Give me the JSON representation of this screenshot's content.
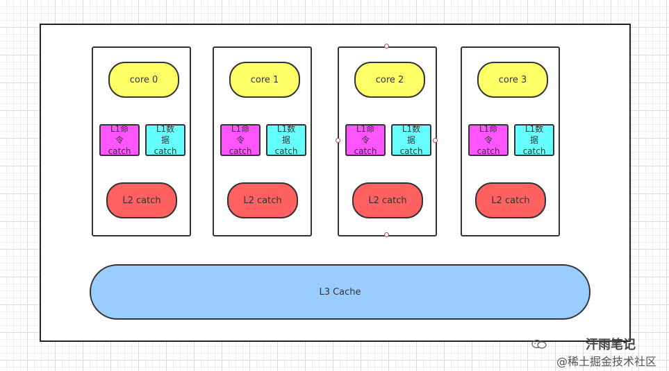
{
  "diagram": {
    "cores": [
      {
        "core_label": "core 0",
        "l1_instruction": "L1命\n令\ncatch",
        "l1_data": "L1数\n据\ncatch",
        "l2_label": "L2 catch"
      },
      {
        "core_label": "core 1",
        "l1_instruction": "L1命\n令\ncatch",
        "l1_data": "L1数\n据\ncatch",
        "l2_label": "L2 catch"
      },
      {
        "core_label": "core 2",
        "l1_instruction": "L1命\n令\ncatch",
        "l1_data": "L1数\n据\ncatch",
        "l2_label": "L2 catch"
      },
      {
        "core_label": "core 3",
        "l1_instruction": "L1命\n令\ncatch",
        "l1_data": "L1数\n据\ncatch",
        "l2_label": "L2 catch"
      }
    ],
    "l3_label": "L3 Cache",
    "colors": {
      "core": "#ffff66",
      "l1_instruction": "#ff55ff",
      "l1_data": "#66ffff",
      "l2": "#ff6060",
      "l3": "#99ccff"
    }
  },
  "watermark": {
    "account_name": "汗雨笔记",
    "community": "@稀土掘金技术社区",
    "icon": "wechat-icon"
  }
}
